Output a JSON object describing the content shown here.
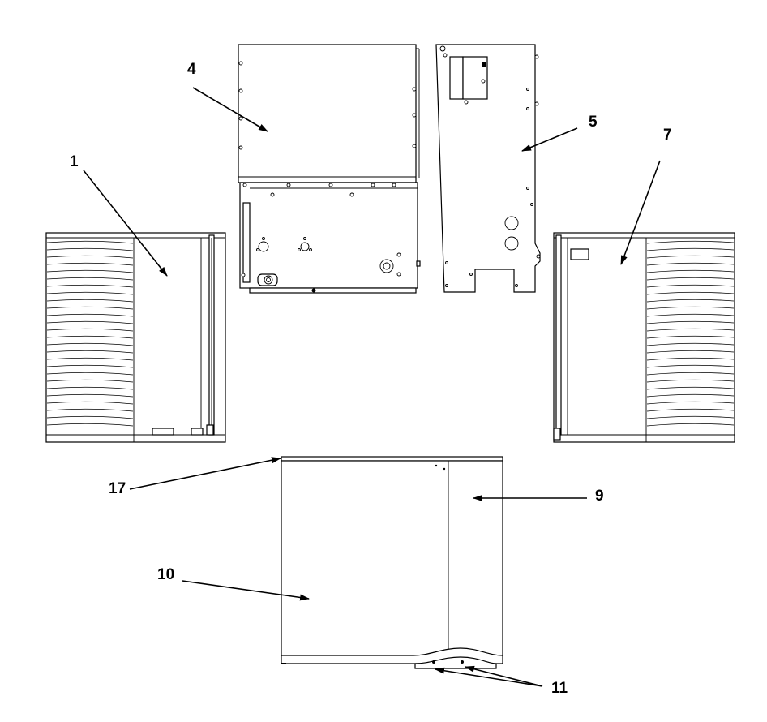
{
  "diagram": {
    "colors": {
      "line": "#000000",
      "background": "#ffffff"
    },
    "callouts": [
      {
        "id": "callout-1",
        "label": "1"
      },
      {
        "id": "callout-4",
        "label": "4"
      },
      {
        "id": "callout-5",
        "label": "5"
      },
      {
        "id": "callout-7",
        "label": "7"
      },
      {
        "id": "callout-9",
        "label": "9"
      },
      {
        "id": "callout-10",
        "label": "10"
      },
      {
        "id": "callout-11",
        "label": "11"
      },
      {
        "id": "callout-17",
        "label": "17"
      }
    ]
  }
}
